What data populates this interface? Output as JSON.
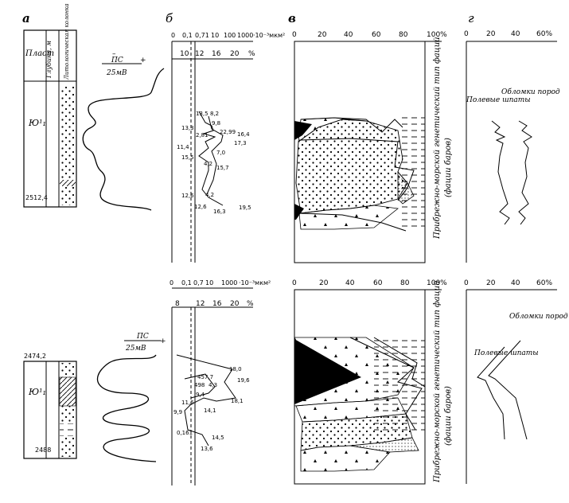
{
  "panel_letters": [
    "а",
    "б",
    "в",
    "г"
  ],
  "column_a": {
    "headers": [
      "Пласт",
      "Глубина, м",
      "Литологическая колонка"
    ],
    "top": {
      "layer": "Ю¹₁",
      "depth_bottom": "2512,4"
    },
    "bottom": {
      "layer": "Ю¹₁",
      "depth_top": "2474,2",
      "depth_bottom": "2488"
    }
  },
  "ps": {
    "label": "ПС",
    "scale": "25мВ",
    "minus": "–",
    "plus": "+"
  },
  "perm_axis_top": {
    "ticks_perm": [
      "0",
      "0,1",
      "0,71",
      "10",
      "100",
      "1000"
    ],
    "perm_unit": "·10⁻³мкм²",
    "ticks_por": [
      "10",
      "12",
      "16",
      "20"
    ],
    "por_unit": "%"
  },
  "perm_axis_bottom": {
    "ticks_perm": [
      "0",
      "0,1",
      "0,7",
      "10",
      "1000"
    ],
    "perm_unit": "·10⁻³мкм²",
    "ticks_por": [
      "8",
      "12",
      "16",
      "20"
    ],
    "por_unit": "%"
  },
  "perm_points_top": [
    "13,5",
    "8,2",
    "13,3",
    "9,8",
    "2,81",
    "22,99",
    "16,4",
    "17,3",
    "11,4",
    "7,0",
    "15,5",
    "4,2",
    "15,7",
    "12,6",
    "4,2",
    "12,6",
    "16,3",
    "19,5"
  ],
  "perm_points_bottom": [
    "18,0",
    "457,7",
    "19,6",
    "498",
    "4,3",
    "9,4",
    "18,1",
    "11,6",
    "9,9",
    "14,1",
    "0,161",
    "14,5",
    "13,6"
  ],
  "facies_axis": {
    "ticks": [
      "0",
      "20",
      "40",
      "60",
      "80",
      "100%"
    ]
  },
  "facies_label": "Прибрежно-морской генетический тип фаций",
  "facies_sublabel": "(фации баров)",
  "mineral_axis": {
    "ticks": [
      "0",
      "20",
      "40",
      "60%"
    ]
  },
  "mineral_labels": {
    "feldspar": "Полевые шпаты",
    "rock_fragments": "Обломки пород"
  }
}
